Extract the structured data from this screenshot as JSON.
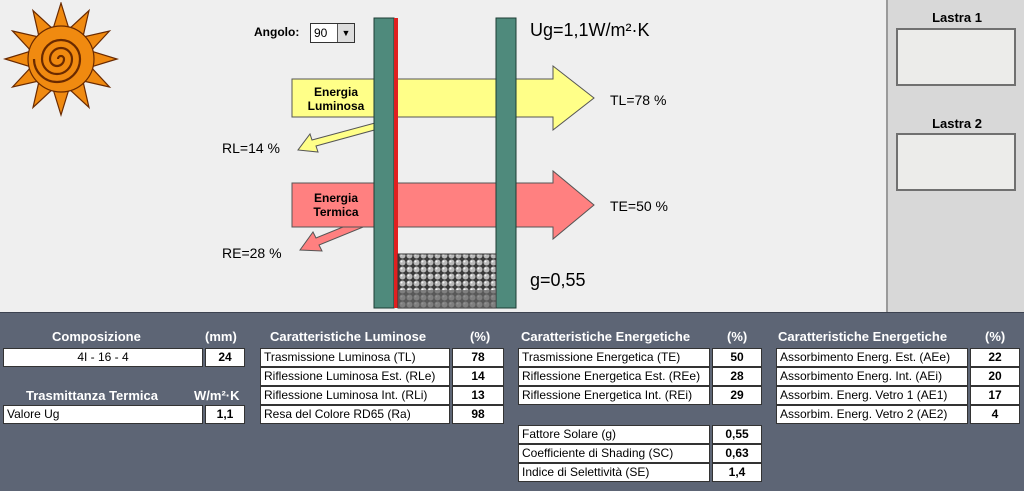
{
  "angolo": {
    "label": "Angolo:",
    "value": "90"
  },
  "diagram": {
    "ug": "Ug=1,1W/m²·K",
    "energia_luminosa": [
      "Energia",
      "Luminosa"
    ],
    "energia_termica": [
      "Energia",
      "Termica"
    ],
    "tl": "TL=78 %",
    "rl": "RL=14 %",
    "te": "TE=50 %",
    "re": "RE=28 %",
    "g": "g=0,55"
  },
  "side": {
    "lastra1": "Lastra 1",
    "lastra2": "Lastra 2"
  },
  "composizione": {
    "header": "Composizione",
    "unit": "(mm)",
    "value": "4I - 16 - 4",
    "thickness": "24"
  },
  "trasmittanza": {
    "header": "Trasmittanza Termica",
    "unit": "W/m²·K",
    "label": "Valore Ug",
    "value": "1,1"
  },
  "luminose": {
    "header": "Caratteristiche Luminose",
    "unit": "(%)",
    "rows": [
      {
        "label": "Trasmissione Luminosa (TL)",
        "value": "78"
      },
      {
        "label": "Riflessione Luminosa Est. (RLe)",
        "value": "14"
      },
      {
        "label": "Riflessione Luminosa Int. (RLi)",
        "value": "13"
      },
      {
        "label": "Resa del Colore RD65 (Ra)",
        "value": "98"
      }
    ]
  },
  "energetiche1": {
    "header": "Caratteristiche Energetiche",
    "unit": "(%)",
    "rows": [
      {
        "label": "Trasmissione Energetica (TE)",
        "value": "50"
      },
      {
        "label": "Riflessione Energetica Est. (REe)",
        "value": "28"
      },
      {
        "label": "Riflessione Energetica Int. (REi)",
        "value": "29"
      }
    ]
  },
  "fattori": {
    "rows": [
      {
        "label": "Fattore Solare (g)",
        "value": "0,55"
      },
      {
        "label": "Coefficiente di Shading (SC)",
        "value": "0,63"
      },
      {
        "label": "Indice di Selettività (SE)",
        "value": "1,4"
      }
    ]
  },
  "energetiche2": {
    "header": "Caratteristiche Energetiche",
    "unit": "(%)",
    "rows": [
      {
        "label": "Assorbimento Energ. Est. (AEe)",
        "value": "22"
      },
      {
        "label": "Assorbimento Energ. Int. (AEi)",
        "value": "20"
      },
      {
        "label": "Assorbim. Energ. Vetro 1 (AE1)",
        "value": "17"
      },
      {
        "label": "Assorbim. Energ. Vetro 2 (AE2)",
        "value": "4"
      }
    ]
  },
  "colors": {
    "light_arrow": "#ffff88",
    "thermal_arrow": "#ff8080",
    "glass": "#4f8a7c",
    "panel": "#5d6575",
    "sun": "#f08a10"
  }
}
